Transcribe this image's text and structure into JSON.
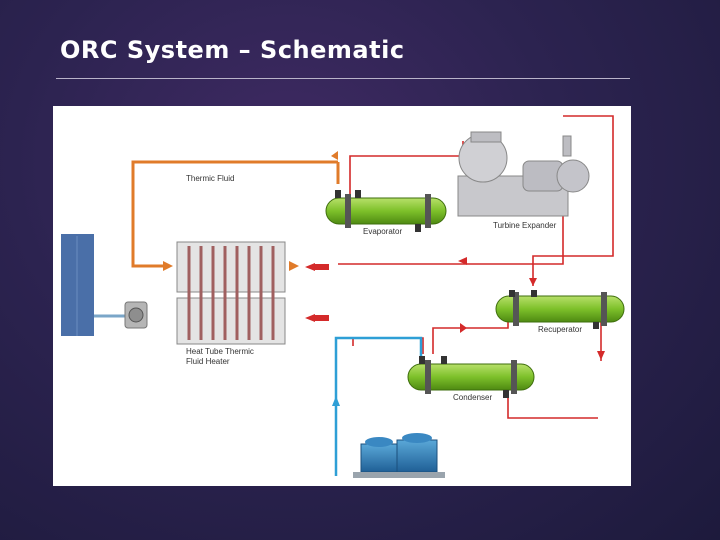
{
  "slide": {
    "title": "ORC System – Schematic"
  },
  "diagram": {
    "labels": {
      "thermic_fluid": "Thermic Fluid",
      "evaporator": "Evaporator",
      "turbine_expander": "Turbine Expander",
      "recuperator": "Recuperator",
      "condenser": "Condenser",
      "heater_line1": "Heat Tube Thermic",
      "heater_line2": "Fluid Heater"
    },
    "colors": {
      "thermic_loop": "#e07b2a",
      "working_fluid": "#d42a2a",
      "cooling_water": "#2e9fd6",
      "exchanger": "#7dc02a",
      "stack": "#4a6fa8"
    }
  }
}
